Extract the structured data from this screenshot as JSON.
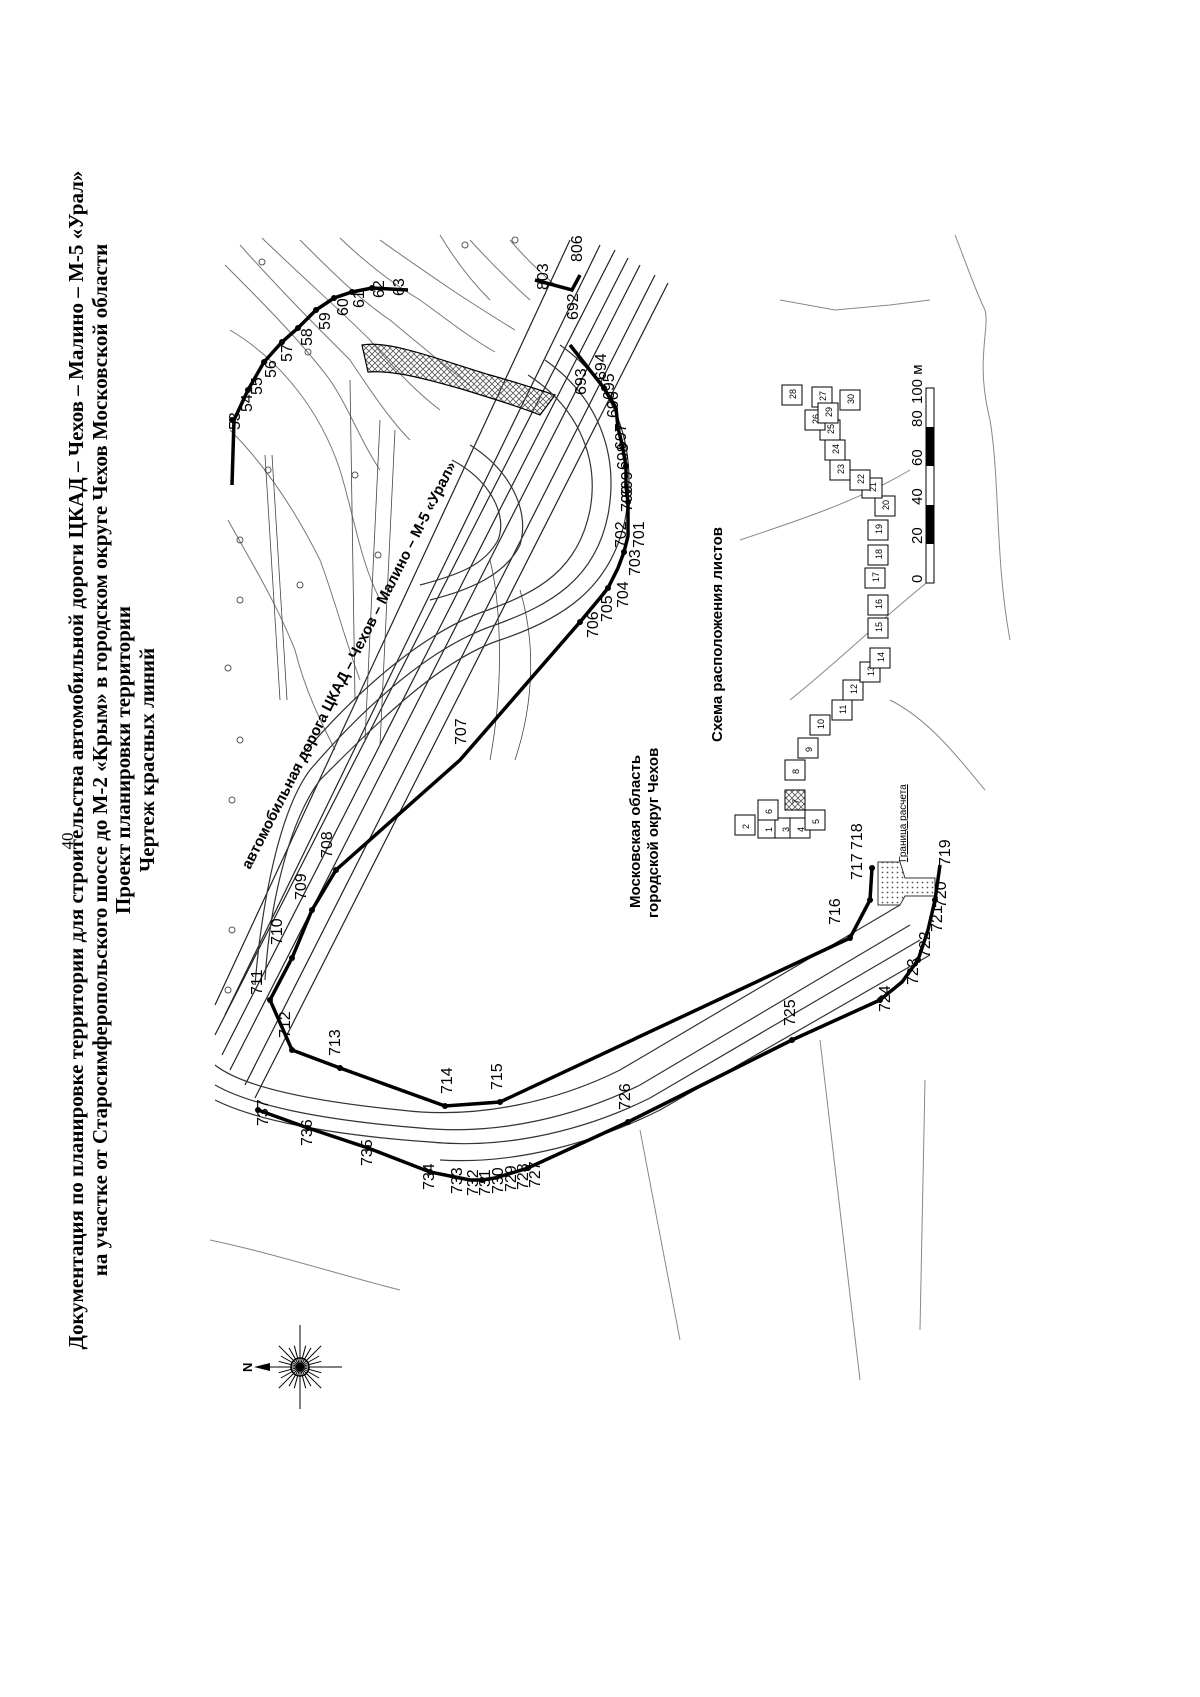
{
  "page_number": "40",
  "title": {
    "line1": "Документация по планировке территории для строительства автомобильной дороги ЦКАД – Чехов – Малино – М-5 «Урал»",
    "line2": "на участке от Старосимферопольского шоссе до М-2 «Крым» в городском округе Чехов Московской области",
    "line3": "Проект планировки территории",
    "line4": "Чертеж красных линий"
  },
  "map": {
    "road_label": "автомобильная дорога ЦКАД – Чехов – Малино – М-5 «Урал»",
    "region_line1": "Московская область",
    "region_line2": "городской округ Чехов",
    "sheet_scheme_label": "Схема расположения листов",
    "boundary_label": "Граница расчета",
    "north_letter": "N",
    "scale_labels": [
      "0",
      "20",
      "40",
      "60",
      "80",
      "100 м"
    ],
    "sheet_numbers": [
      "1",
      "2",
      "3",
      "4",
      "5",
      "6",
      "7",
      "8",
      "9",
      "10",
      "11",
      "12",
      "13",
      "14",
      "15",
      "16",
      "17",
      "18",
      "19",
      "20",
      "21",
      "22",
      "23",
      "24",
      "25",
      "26",
      "27",
      "28",
      "29",
      "30"
    ],
    "upper_line_points": [
      "53",
      "54",
      "55",
      "56",
      "57",
      "58",
      "59",
      "60",
      "61",
      "62",
      "63"
    ],
    "loop_points": [
      "692",
      "693",
      "694",
      "695",
      "696",
      "697",
      "698",
      "699",
      "700",
      "701",
      "702",
      "703",
      "704",
      "705",
      "706",
      "707",
      "708",
      "709",
      "710",
      "711",
      "712",
      "713",
      "714",
      "715",
      "716",
      "717",
      "718"
    ],
    "lower_line_points": [
      "719",
      "720",
      "721",
      "722",
      "723",
      "724",
      "725",
      "726",
      "727",
      "728",
      "729",
      "730",
      "731",
      "732",
      "733",
      "734",
      "735",
      "736",
      "737"
    ],
    "extra_points": [
      "803",
      "806"
    ],
    "colors": {
      "ink": "#000000",
      "paper": "#ffffff",
      "hatch": "#555555"
    }
  }
}
